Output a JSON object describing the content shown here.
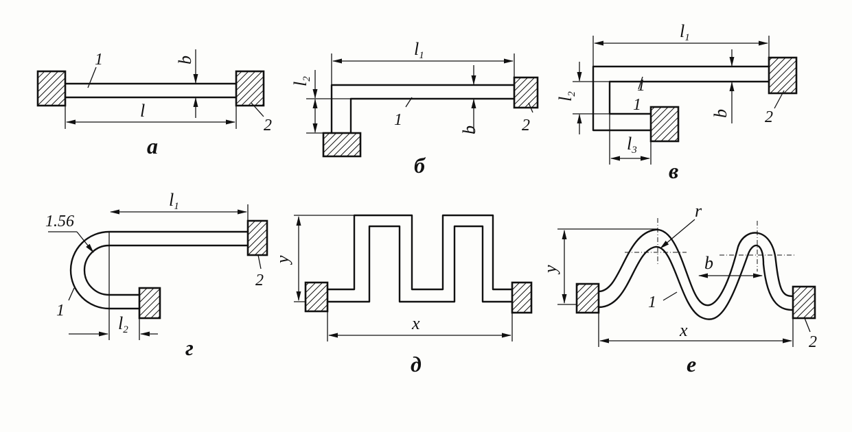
{
  "figures": {
    "a": {
      "caption": "а",
      "part_1": "1",
      "part_2": "2",
      "dim_length": "l",
      "dim_width": "b"
    },
    "b": {
      "caption": "б",
      "part_1": "1",
      "part_2": "2",
      "dim_l1": "l",
      "dim_l1_sub": "1",
      "dim_l2": "l",
      "dim_l2_sub": "2",
      "dim_width": "b"
    },
    "v": {
      "caption": "в",
      "part_1a": "1",
      "part_1b": "1",
      "part_2": "2",
      "dim_l1": "l",
      "dim_l1_sub": "1",
      "dim_l2": "l",
      "dim_l2_sub": "2",
      "dim_l3": "l",
      "dim_l3_sub": "3",
      "dim_width": "b"
    },
    "g": {
      "caption": "г",
      "part_1": "1",
      "part_2": "2",
      "dim_l1": "l",
      "dim_l1_sub": "1",
      "dim_l2": "l",
      "dim_l2_sub": "2",
      "bend_label": "1.56"
    },
    "d": {
      "caption": "д",
      "dim_x": "x",
      "dim_y": "y"
    },
    "e": {
      "caption": "е",
      "part_1": "1",
      "part_2": "2",
      "dim_x": "x",
      "dim_y": "y",
      "dim_r": "r",
      "dim_width": "b"
    }
  }
}
